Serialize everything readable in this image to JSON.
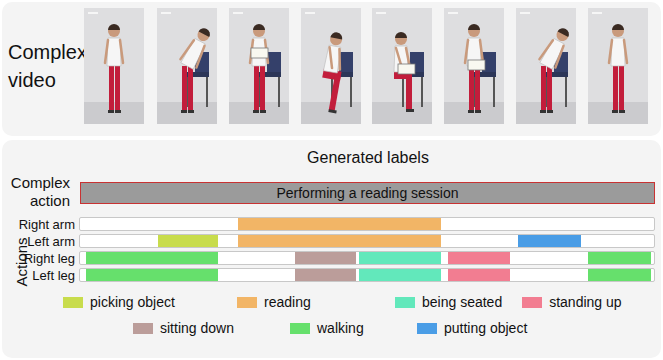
{
  "diagram": {
    "nodes": [
      {
        "text": [
          "Complex video"
        ]
      },
      {
        "text": [
          "Generated labels"
        ]
      },
      {
        "text": [
          "Performing a reading session"
        ],
        "in": 1
      },
      {
        "text": [
          "Right arm"
        ],
        "in": 1
      },
      {
        "text": [
          "Left arm"
        ],
        "in": 1
      },
      {
        "text": [
          "Right leg"
        ],
        "in": 1
      },
      {
        "text": [
          "Left leg"
        ],
        "in": 1
      }
    ],
    "labels": [
      "Complex action",
      "Actions"
    ],
    "legend": [
      {
        "text": "picking object",
        "color": "#c8dc4c"
      },
      {
        "text": "reading",
        "color": "#f2b566"
      },
      {
        "text": "being seated",
        "color": "#62e8bb"
      },
      {
        "text": "standing up",
        "color": "#f27d91"
      },
      {
        "text": "sitting down",
        "color": "#bb9d9a"
      },
      {
        "text": "walking",
        "color": "#66e06c"
      },
      {
        "text": "putting object",
        "color": "#4a9de6"
      }
    ]
  }
}
